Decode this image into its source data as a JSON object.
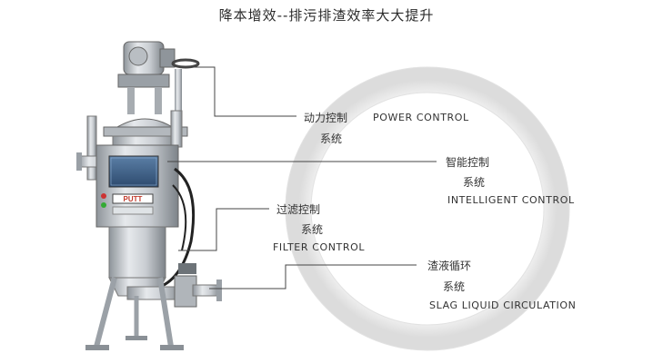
{
  "title": "降本增效--排污排渣效率大大提升",
  "brand_plate": "PUTT",
  "labels": {
    "power": {
      "cn1": "动力控制",
      "cn2": "系统",
      "en": "POWER CONTROL"
    },
    "intelligent": {
      "cn1": "智能控制",
      "cn2": "系统",
      "en": "INTELLIGENT CONTROL"
    },
    "filter": {
      "cn1": "过滤控制",
      "cn2": "系统",
      "en": "FILTER CONTROL"
    },
    "slag": {
      "cn1": "渣液循环",
      "cn2": "系统",
      "en": "SLAG LIQUID CIRCULATION"
    }
  }
}
